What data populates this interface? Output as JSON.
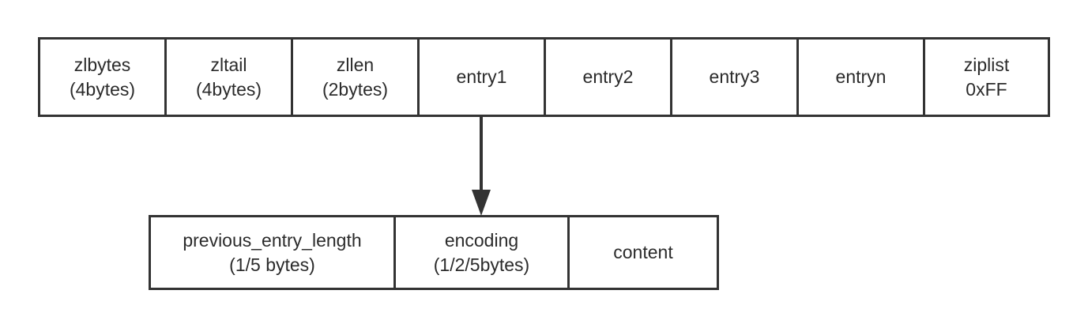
{
  "ziplist": {
    "cells": [
      {
        "line1": "zlbytes",
        "line2": "(4bytes)"
      },
      {
        "line1": "zltail",
        "line2": "(4bytes)"
      },
      {
        "line1": "zllen",
        "line2": "(2bytes)"
      },
      {
        "line1": "entry1",
        "line2": ""
      },
      {
        "line1": "entry2",
        "line2": ""
      },
      {
        "line1": "entry3",
        "line2": ""
      },
      {
        "line1": "entryn",
        "line2": ""
      },
      {
        "line1": "ziplist",
        "line2": "0xFF"
      }
    ]
  },
  "entry": {
    "cells": [
      {
        "line1": "previous_entry_length",
        "line2": "(1/5 bytes)"
      },
      {
        "line1": "encoding",
        "line2": "(1/2/5bytes)"
      },
      {
        "line1": "content",
        "line2": ""
      }
    ]
  },
  "colors": {
    "stroke": "#333333",
    "text": "#2b2b2b",
    "background": "#ffffff"
  }
}
